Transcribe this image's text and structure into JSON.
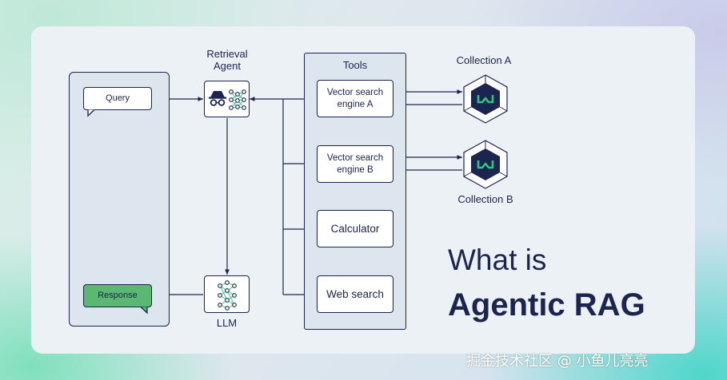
{
  "diagram": {
    "retrieval_agent_label_line1": "Retrieval",
    "retrieval_agent_label_line2": "Agent",
    "query_label": "Query",
    "response_label": "Response",
    "llm_label": "LLM",
    "tools_title": "Tools",
    "tools": [
      {
        "line1": "Vector search",
        "line2": "engine A"
      },
      {
        "line1": "Vector search",
        "line2": "engine B"
      },
      {
        "line1": "Calculator",
        "line2": ""
      },
      {
        "line1": "Web search",
        "line2": ""
      }
    ],
    "collection_a_label": "Collection A",
    "collection_b_label": "Collection B"
  },
  "headline": {
    "line1": "What is",
    "line2": "Agentic RAG"
  },
  "watermark": "掘金技术社区 @ 小鱼儿亮亮",
  "colors": {
    "ink": "#1c2450",
    "panel": "#dde6ee",
    "card": "#ecf1f6",
    "response_green": "#5bb872",
    "brand_green": "#2fc47f"
  },
  "icons": [
    "spy-agent-icon",
    "neural-network-icon",
    "weaviate-cube-icon"
  ]
}
